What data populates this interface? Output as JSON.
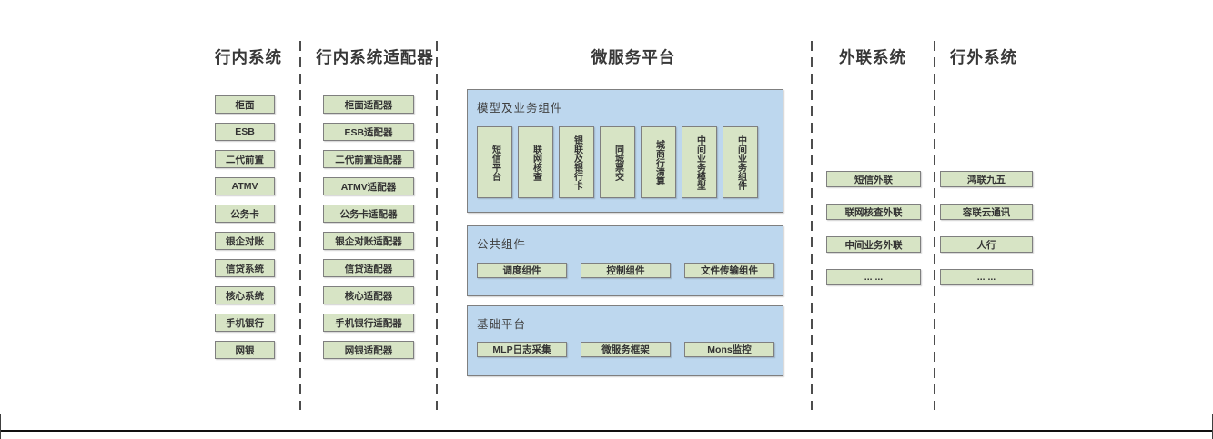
{
  "diagram": {
    "columns": [
      {
        "id": "internal-systems",
        "title": "行内系统",
        "items": [
          "柜面",
          "ESB",
          "二代前置",
          "ATMV",
          "公务卡",
          "银企对账",
          "信贷系统",
          "核心系统",
          "手机银行",
          "网银"
        ]
      },
      {
        "id": "internal-system-adapters",
        "title": "行内系统适配器",
        "items": [
          "柜面适配器",
          "ESB适配器",
          "二代前置适配器",
          "ATMV适配器",
          "公务卡适配器",
          "银企对账适配器",
          "信贷适配器",
          "核心适配器",
          "手机银行适配器",
          "网银适配器"
        ]
      },
      {
        "id": "microservice-platform",
        "title": "微服务平台",
        "groups": [
          {
            "title": "模型及业务组件",
            "orientation": "vertical",
            "items": [
              "短信平台",
              "联网核查",
              "银联及银行卡",
              "同城票交",
              "城商行清算",
              "中间业务模型",
              "中间业务组件"
            ]
          },
          {
            "title": "公共组件",
            "orientation": "horizontal",
            "items": [
              "调度组件",
              "控制组件",
              "文件传输组件"
            ]
          },
          {
            "title": "基础平台",
            "orientation": "horizontal",
            "items": [
              "MLP日志采集",
              "微服务框架",
              "Mons监控"
            ]
          }
        ]
      },
      {
        "id": "external-link-systems",
        "title": "外联系统",
        "items": [
          "短信外联",
          "联网核查外联",
          "中间业务外联",
          "... ..."
        ]
      },
      {
        "id": "outside-bank-systems",
        "title": "行外系统",
        "items": [
          "鸿联九五",
          "容联云通讯",
          "人行",
          "... ..."
        ]
      }
    ],
    "colors": {
      "box_green": "#d7e4c5",
      "panel_blue": "#bdd7ee",
      "box_border": "#7f7f7f",
      "separator": "#4d4d4d",
      "text": "#333333"
    }
  }
}
